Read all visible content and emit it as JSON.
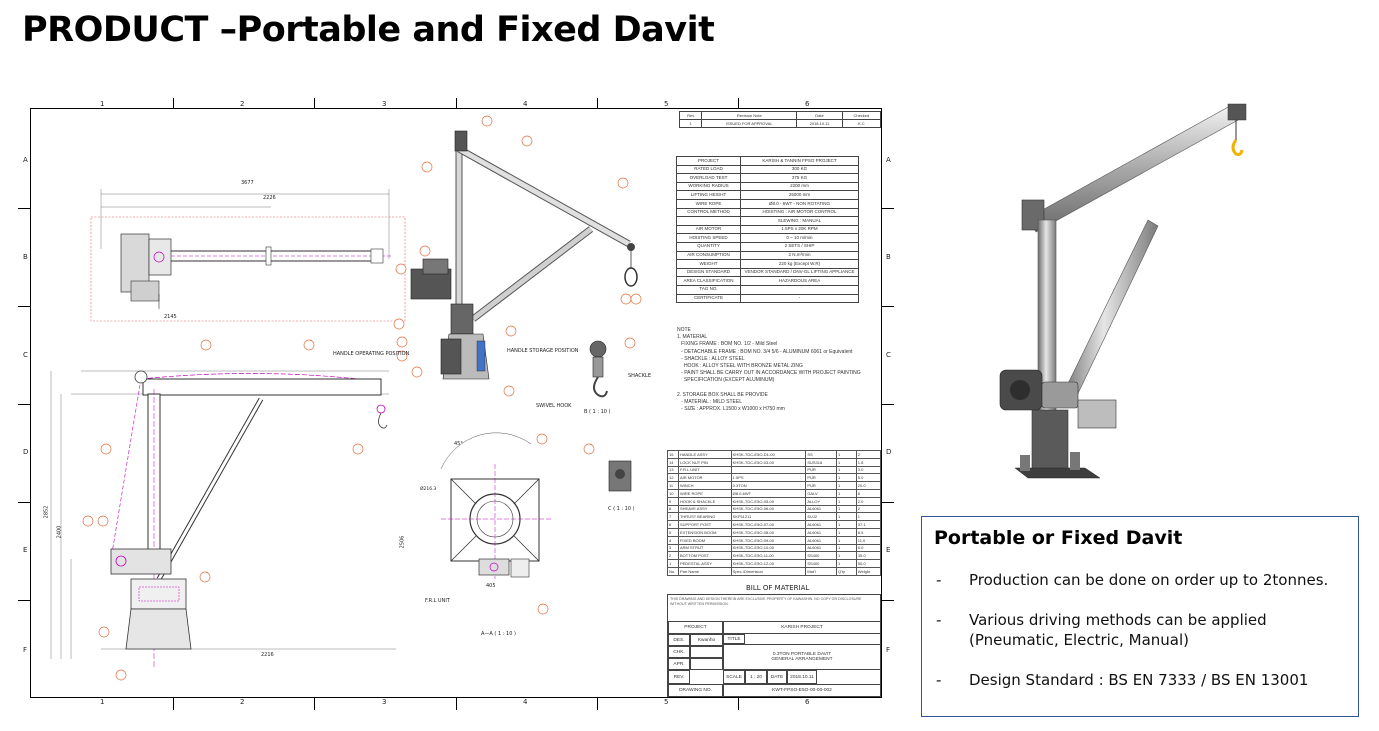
{
  "page": {
    "title": "PRODUCT –Portable and Fixed Davit"
  },
  "drawing": {
    "grid_numbers": [
      "1",
      "2",
      "3",
      "4",
      "5",
      "6"
    ],
    "grid_letters": [
      "A",
      "B",
      "C",
      "D",
      "E",
      "F"
    ],
    "revision": {
      "headers": [
        "Rev",
        "Revision Note",
        "Date",
        "Checked"
      ],
      "row": [
        "1",
        "ISSUED FOR APPROVAL",
        "2018.10.11",
        "K.C"
      ]
    },
    "spec_rows": [
      [
        "PROJECT",
        "KARISH & TANNIN FPSO PROJECT"
      ],
      [
        "RATED LOAD",
        "300 KG"
      ],
      [
        "OVERLOAD TEST",
        "375 KG"
      ],
      [
        "WORKING RADIUS",
        "2200 mm"
      ],
      [
        "LIFTING HEIGHT",
        "25000 mm"
      ],
      [
        "WIRE ROPE",
        "Ø8.0 - 6WT - NON ROTATING"
      ],
      [
        "CONTROL METHOD",
        "HOISTING : AIR MOTOR CONTROL"
      ],
      [
        "",
        "SLEWING : MANUAL"
      ],
      [
        "AIR MOTOR",
        "1.5PS x 20K RPM"
      ],
      [
        "HOISTING SPEED",
        "0 ~ 10 m/min"
      ],
      [
        "QUANTITY",
        "2 SETS / SHIP"
      ],
      [
        "AIR CONSUMPTION",
        "2 N.m³/min"
      ],
      [
        "WEIGHT",
        "220 kg (Except W.R)"
      ],
      [
        "DESIGN STANDARD",
        "VENDOR STANDARD / DNV-GL LIFTING APPLIANCE"
      ],
      [
        "AREA CLASSIFICATION",
        "HAZARDOUS AREA"
      ],
      [
        "TAG NO.",
        ""
      ],
      [
        "CERTIFICATE",
        "-"
      ]
    ],
    "notes": [
      "NOTE",
      "1. MATERIAL",
      "   FIXING FRAME : BOM NO. 1/2 - Mild Steel",
      "   - DETACHABLE FRAME : BOM NO. 3/4 5/6 - ALUMINUM 6061 or Equivalent",
      "   - SHACKLE : ALLOY STEEL",
      "     HOOK : ALLOY STEEL WITH BRONZE METAL ZING",
      "   - PAINT SHALL BE CARRY OUT IN ACCORDANCE WITH PROJECT PAINTING",
      "     SPECIFICATION (EXCEPT ALUMINUM)",
      "",
      "2. STORAGE BOX SHALL BE PROVIDE",
      "   - MATERIAL : MILD STEEL",
      "   - SIZE : APPROX. L1500 x W1000 x H750 mm"
    ],
    "bom_rows": [
      [
        "15",
        "HANDLE ASSY",
        "KHSK-TDC-E5O-D1-00",
        "SS",
        "1",
        "2"
      ],
      [
        "14",
        "LOCK NUT PIN",
        "KHSK-TDC-E5O-03-00",
        "SUS316",
        "1",
        "1.6"
      ],
      [
        "13",
        "F.R.L UNIT",
        "",
        "PUR",
        "1",
        "3.0"
      ],
      [
        "12",
        "AIR MOTOR",
        "1.5PS",
        "PUR",
        "1",
        "5.0"
      ],
      [
        "11",
        "WINCH",
        "0.3TON",
        "PUR",
        "1",
        "20.0"
      ],
      [
        "10",
        "WIRE ROPE",
        "Ø8.0-6WT",
        "GALV",
        "1",
        "8"
      ],
      [
        "9",
        "HOOK & SHACKLE",
        "KHSK-TDC-E5O-05-00",
        "ALLOY",
        "1",
        "2.0"
      ],
      [
        "8",
        "SHEAVE ASSY",
        "KHSK-TDC-E5O-06-00",
        "AL6061",
        "1",
        "2"
      ],
      [
        "7",
        "THRUST BEARING",
        "SKF51211",
        "SUJ2",
        "1",
        "1"
      ],
      [
        "6",
        "SUPPORT POST",
        "KHSK-TDC-E5O-07-00",
        "AL6061",
        "1",
        "37.1"
      ],
      [
        "5",
        "EXTENSION BOOM",
        "KHSK-TDC-E5O-08-00",
        "AL6061",
        "1",
        "8.5"
      ],
      [
        "4",
        "FIXED BOOM",
        "KHSK-TDC-E5O-09-00",
        "AL6061",
        "1",
        "11.0"
      ],
      [
        "3",
        "ARM STRUT",
        "KHSK-TDC-E5O-10-00",
        "AL6061",
        "1",
        "6.0"
      ],
      [
        "2",
        "BOTTOM POST",
        "KHSK-TDC-E5O-11-00",
        "SS400",
        "1",
        "35.0"
      ],
      [
        "1",
        "PEDESTAL ASSY",
        "KHSK-TDC-E5O-12-00",
        "SS400",
        "1",
        "50.0"
      ],
      [
        "No.",
        "Part Name",
        "Spec./Dimension",
        "Mat'l",
        "Q'ty",
        "Weight"
      ]
    ],
    "bom_title": "BILL OF MATERIAL",
    "title_block": {
      "disclaimer": "THIS DRAWING AND DESIGN THEREIN ARE EXCLUSIVE PROPERTY OF KAWASHIN. NO COPY OR DISCLOSURE WITHOUT WRITTEN PERMISSION.",
      "project_label": "PROJECT",
      "project_value": "KARISH PROJECT",
      "dwg_label": "DES.",
      "chk_label": "CHK.",
      "app_label": "APR.",
      "rev_label": "REV.",
      "designer": "Kwanho",
      "title_label": "TITLE",
      "title_value_1": "0.3TON PORTABLE DAVIT",
      "title_value_2": "GENERAL ARRANGEMENT",
      "scale_label": "SCALE",
      "scale_value": "1 : 20",
      "date_label": "DATE",
      "date_value": "2018.10.11",
      "drawing_no_label": "DRAWING NO.",
      "drawing_no_value": "KWT-FPSO-E5O-00-00-002"
    },
    "labels": {
      "handle_operating": "HANDLE OPERATING POSITION",
      "handle_storage": "HANDLE STORAGE POSITION",
      "shackle": "SHACKLE",
      "swivel_hook": "SWIVEL HOOK",
      "detail_b": "B ( 1 : 10 )",
      "detail_c": "C ( 1 : 10 )",
      "section_aa": "A—A ( 1 : 10 )",
      "frl_unit": "F.R.L UNIT",
      "dim_3677": "3677",
      "dim_2226": "2226",
      "dim_2145": "2145",
      "dim_2216": "2216",
      "dim_2852": "2852",
      "dim_2400": "2400",
      "dim_2506": "2506",
      "dim_45": "45°",
      "dim_405": "405",
      "dim_d165": "Ø216.3"
    }
  },
  "info_panel": {
    "heading": "Portable or Fixed Davit",
    "bullet_mark": "-",
    "items": [
      "Production can be done on order up to 2tonnes.",
      "Various driving methods can be applied (Pneumatic, Electric, Manual)",
      "Design Standard : BS EN 7333 / BS EN 13001"
    ]
  }
}
